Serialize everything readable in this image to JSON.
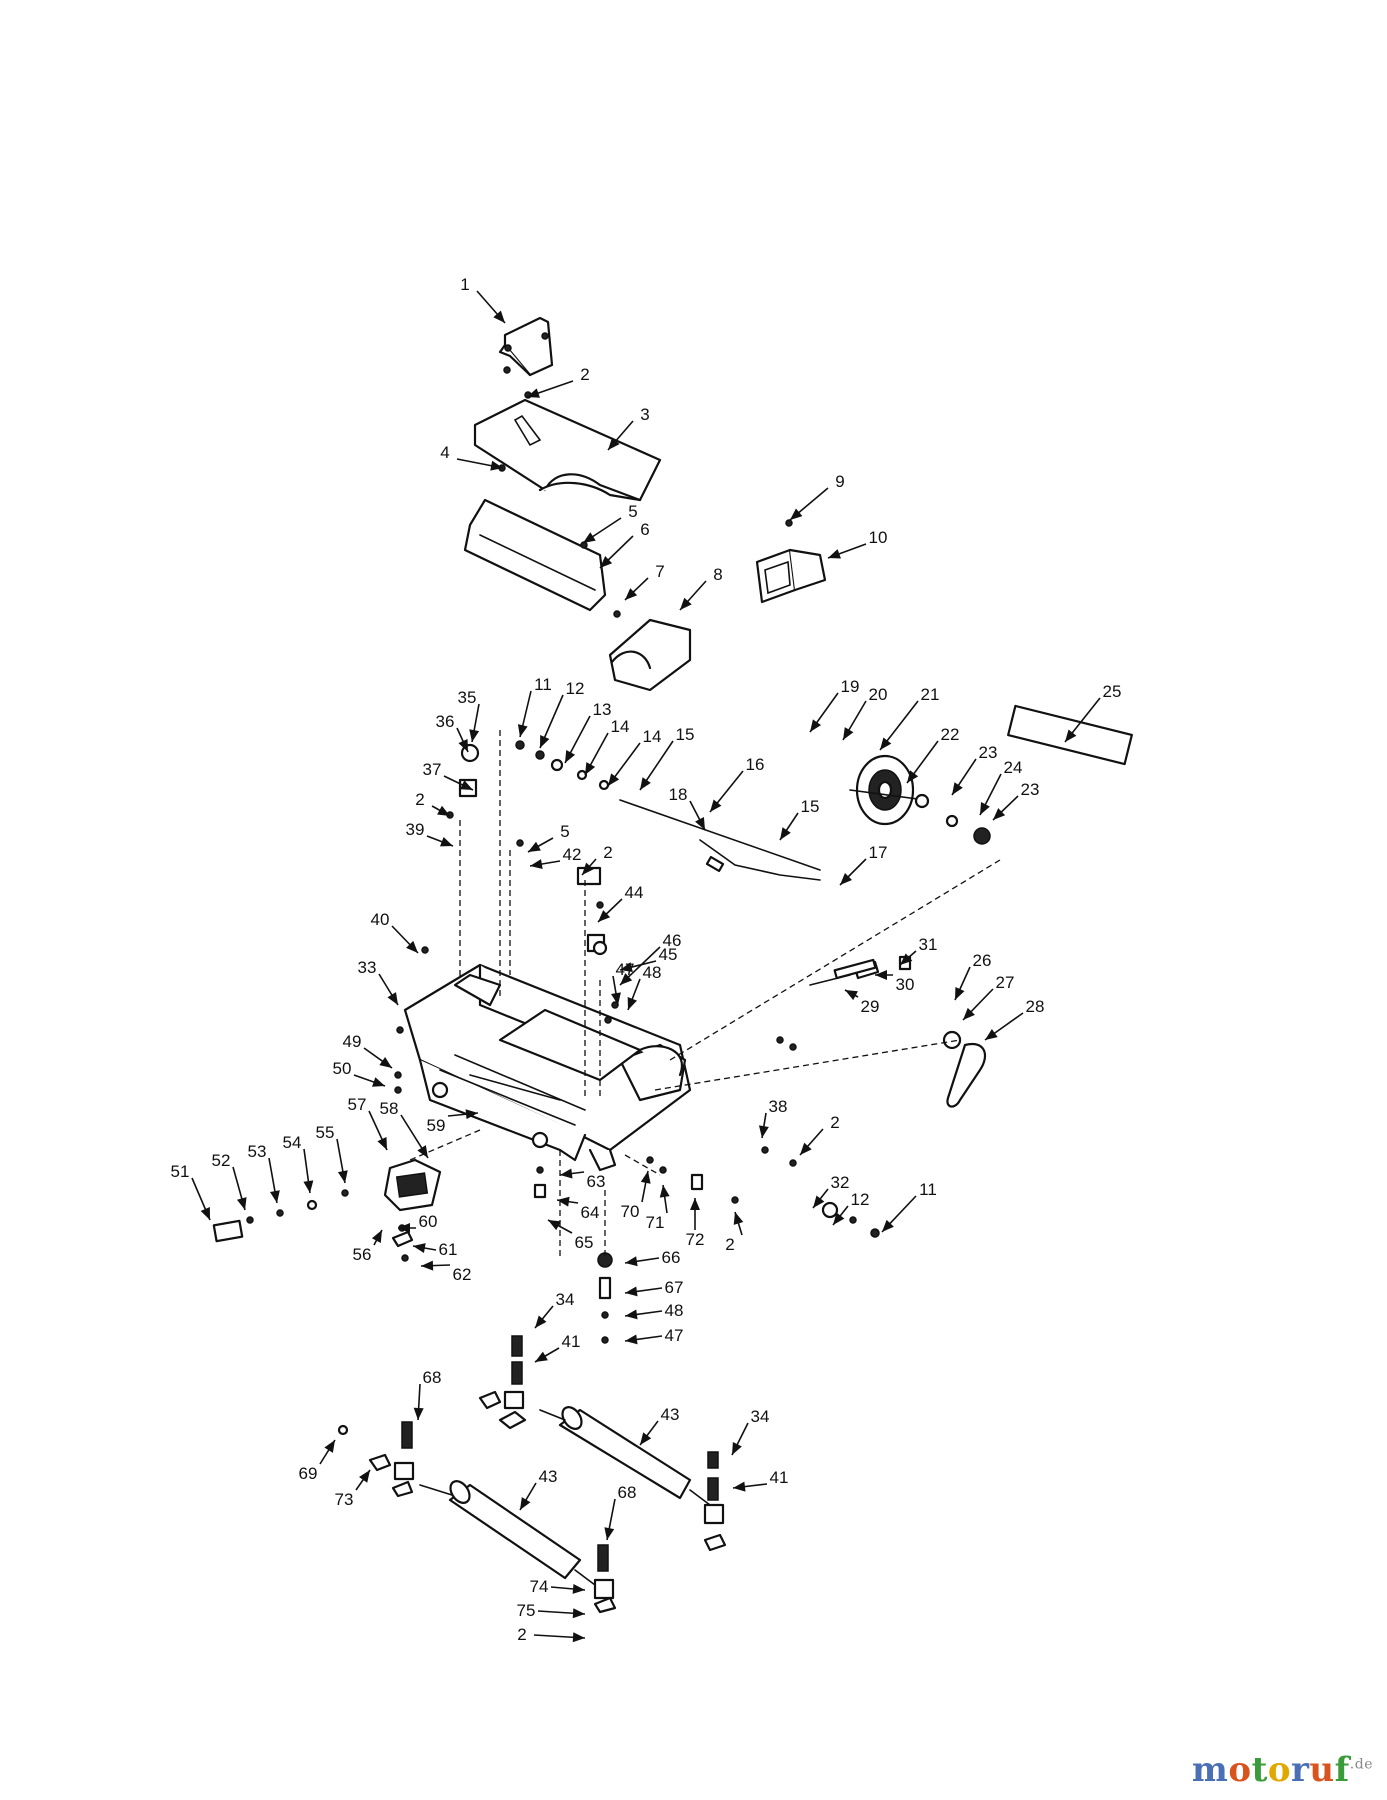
{
  "watermark": {
    "letters": [
      {
        "ch": "m",
        "color": "#4a6fb5"
      },
      {
        "ch": "o",
        "color": "#d9531e"
      },
      {
        "ch": "t",
        "color": "#3a9b3a"
      },
      {
        "ch": "o",
        "color": "#e0a800"
      },
      {
        "ch": "r",
        "color": "#4a6fb5"
      },
      {
        "ch": "u",
        "color": "#d9531e"
      },
      {
        "ch": "f",
        "color": "#3a9b3a"
      }
    ],
    "tld": ".de",
    "tld_color": "#888888"
  },
  "callouts": [
    {
      "label": "1"
    },
    {
      "label": "2"
    },
    {
      "label": "3"
    },
    {
      "label": "4"
    },
    {
      "label": "5"
    },
    {
      "label": "6"
    },
    {
      "label": "7"
    },
    {
      "label": "8"
    },
    {
      "label": "9"
    },
    {
      "label": "10"
    },
    {
      "label": "11"
    },
    {
      "label": "12"
    },
    {
      "label": "13"
    },
    {
      "label": "14"
    },
    {
      "label": "14"
    },
    {
      "label": "15"
    },
    {
      "label": "16"
    },
    {
      "label": "15"
    },
    {
      "label": "17"
    },
    {
      "label": "18"
    },
    {
      "label": "19"
    },
    {
      "label": "20"
    },
    {
      "label": "21"
    },
    {
      "label": "22"
    },
    {
      "label": "23"
    },
    {
      "label": "24"
    },
    {
      "label": "23"
    },
    {
      "label": "25"
    },
    {
      "label": "35"
    },
    {
      "label": "36"
    },
    {
      "label": "37"
    },
    {
      "label": "2"
    },
    {
      "label": "39"
    },
    {
      "label": "5"
    },
    {
      "label": "42"
    },
    {
      "label": "2"
    },
    {
      "label": "44"
    },
    {
      "label": "45"
    },
    {
      "label": "46"
    },
    {
      "label": "47"
    },
    {
      "label": "48"
    },
    {
      "label": "40"
    },
    {
      "label": "33"
    },
    {
      "label": "49"
    },
    {
      "label": "50"
    },
    {
      "label": "30"
    },
    {
      "label": "31"
    },
    {
      "label": "29"
    },
    {
      "label": "26"
    },
    {
      "label": "27"
    },
    {
      "label": "28"
    },
    {
      "label": "57"
    },
    {
      "label": "58"
    },
    {
      "label": "59"
    },
    {
      "label": "51"
    },
    {
      "label": "52"
    },
    {
      "label": "53"
    },
    {
      "label": "54"
    },
    {
      "label": "55"
    },
    {
      "label": "56"
    },
    {
      "label": "60"
    },
    {
      "label": "61"
    },
    {
      "label": "62"
    },
    {
      "label": "63"
    },
    {
      "label": "64"
    },
    {
      "label": "65"
    },
    {
      "label": "70"
    },
    {
      "label": "71"
    },
    {
      "label": "72"
    },
    {
      "label": "2"
    },
    {
      "label": "38"
    },
    {
      "label": "2"
    },
    {
      "label": "32"
    },
    {
      "label": "12"
    },
    {
      "label": "11"
    },
    {
      "label": "66"
    },
    {
      "label": "67"
    },
    {
      "label": "48"
    },
    {
      "label": "47"
    },
    {
      "label": "34"
    },
    {
      "label": "41"
    },
    {
      "label": "68"
    },
    {
      "label": "43"
    },
    {
      "label": "34"
    },
    {
      "label": "41"
    },
    {
      "label": "69"
    },
    {
      "label": "73"
    },
    {
      "label": "43"
    },
    {
      "label": "68"
    },
    {
      "label": "74"
    },
    {
      "label": "75"
    },
    {
      "label": "2"
    }
  ]
}
